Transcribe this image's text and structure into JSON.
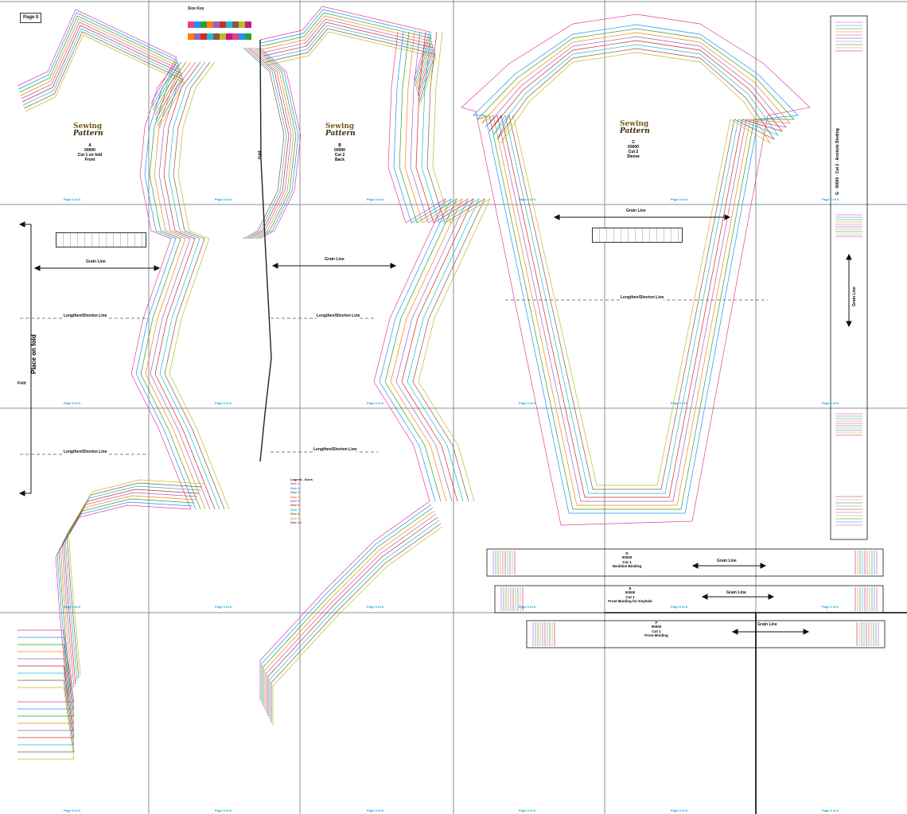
{
  "sheet": {
    "page_label": "Page 0",
    "page_number_text": "Page 0 of 0",
    "grain_label": "Grain Line",
    "lengthen_label": "Lengthen/Shorten Line",
    "place_on_fold": "Place on fold",
    "fold_label": "Fold",
    "brand_line1": "Sewing",
    "brand_line2": "Pattern",
    "color_key_title": "Size Key"
  },
  "pieces": {
    "front": {
      "letter": "A",
      "code": "00000",
      "cut": "Cut 1 on fold",
      "name": "Front"
    },
    "back": {
      "letter": "B",
      "code": "00000",
      "cut": "Cut 2",
      "name": "Back"
    },
    "sleeve": {
      "letter": "C",
      "code": "00000",
      "cut": "Cut 2",
      "name": "Sleeve"
    },
    "strip_d": {
      "letter": "D",
      "code": "00000",
      "cut": "Cut 1",
      "name": "Neckline Binding"
    },
    "strip_e": {
      "letter": "E",
      "code": "00000",
      "cut": "Cut 1",
      "name": "Front Binding for Keyhole"
    },
    "strip_f": {
      "letter": "F",
      "code": "00000",
      "cut": "Cut 1",
      "name": "Front Binding"
    },
    "strip_g": {
      "letter": "G",
      "code": "00000",
      "cut": "Cut 2",
      "name": "Armhole Binding"
    }
  },
  "legend": {
    "title": "Legend - Sizes",
    "rows": [
      "Size 1",
      "Size 2",
      "Size 3",
      "Size 4",
      "Size 5",
      "Size 6",
      "Size 7",
      "Size 8",
      "Size 9",
      "Size 10"
    ]
  },
  "colors": {
    "sizes": [
      "#e83e8c",
      "#1e90ff",
      "#2ca02c",
      "#ff7f0e",
      "#9467bd",
      "#d62728",
      "#17becf",
      "#8c564b",
      "#bcbd22",
      "#c71585"
    ],
    "grid": "#8a8f98",
    "page_number": "#1aa3d8",
    "ink": "#111111"
  }
}
